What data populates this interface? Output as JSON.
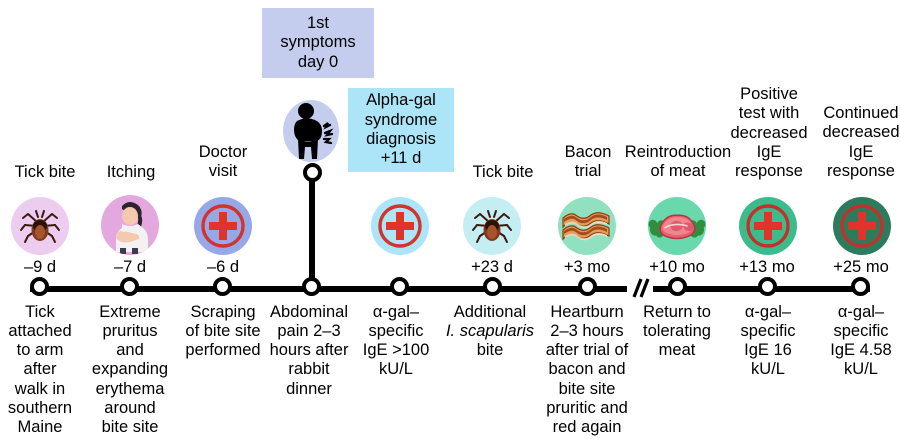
{
  "figure": {
    "type": "medical-case-timeline",
    "title_present": false
  },
  "callouts": [
    {
      "id": "first-symptoms",
      "lines": [
        "1st",
        "symptoms",
        "day 0"
      ],
      "bg": "#c5cdef",
      "text_color": "#000000"
    },
    {
      "id": "ags-diagnosis",
      "lines": [
        "Alpha-gal",
        "syndrome",
        "diagnosis",
        "+11 d"
      ],
      "bg": "#ace5f7",
      "text_color": "#000000"
    }
  ],
  "axis": {
    "color": "#000000",
    "break_between": [
      "+23 d",
      "+3 mo"
    ],
    "break_symbol": "//"
  },
  "events": [
    {
      "top_label": [
        "Tick bite"
      ],
      "date": "–9 d",
      "desc": [
        "Tick",
        "attached",
        "to arm",
        "after",
        "walk in",
        "southern",
        "Maine"
      ],
      "icon": "tick-icon",
      "circle_color": "#edcdef"
    },
    {
      "top_label": [
        "Itching"
      ],
      "date": "–7 d",
      "desc": [
        "Extreme",
        "pruritus",
        "and",
        "expanding",
        "erythema",
        "around",
        "bite site"
      ],
      "icon": "itching-person-icon",
      "circle_color": "#e3a9de"
    },
    {
      "top_label": [
        "Doctor",
        "visit"
      ],
      "date": "–6 d",
      "desc": [
        "Scraping",
        "of bite site",
        "performed"
      ],
      "icon": "medical-cross-icon",
      "circle_color": "#97a8e8"
    },
    {
      "top_label": [],
      "date": "",
      "desc": [
        "Abdominal",
        "pain 2–3",
        "hours after",
        "rabbit",
        "dinner"
      ],
      "icon": "abdominal-pain-person-icon",
      "circle_color": "#c5cdef"
    },
    {
      "top_label": [],
      "date": "",
      "desc": [
        "α-gal–",
        "specific",
        "IgE >100",
        "kU/L"
      ],
      "icon": "medical-cross-icon",
      "circle_color": "#ace5f7"
    },
    {
      "top_label": [
        "Tick bite"
      ],
      "date": "+23 d",
      "desc": [
        "Additional",
        "I. scapularis",
        "bite"
      ],
      "desc_italic_line": 1,
      "icon": "tick-icon",
      "circle_color": "#c4eef2"
    },
    {
      "top_label": [
        "Bacon",
        "trial"
      ],
      "date": "+3 mo",
      "desc": [
        "Heartburn",
        "2–3 hours",
        "after trial of",
        "bacon and",
        "bite site",
        "pruritic and",
        "red again"
      ],
      "icon": "bacon-icon",
      "circle_color": "#91e1c0"
    },
    {
      "top_label": [
        "Reintroduction",
        "of meat"
      ],
      "date": "+10 mo",
      "desc": [
        "Return to",
        "tolerating",
        "meat"
      ],
      "icon": "steak-icon",
      "circle_color": "#6ad8ad"
    },
    {
      "top_label": [
        "Positive",
        "test with",
        "decreased",
        "IgE",
        "response"
      ],
      "date": "+13 mo",
      "desc": [
        "α-gal–",
        "specific",
        "IgE 16",
        "kU/L"
      ],
      "icon": "medical-cross-icon-dark",
      "circle_color": "#3cbc8d"
    },
    {
      "top_label": [
        "Continued",
        "decreased",
        "IgE",
        "response"
      ],
      "date": "+25 mo",
      "desc": [
        "α-gal–",
        "specific",
        "IgE 4.58",
        "kU/L"
      ],
      "icon": "medical-cross-icon-dark",
      "circle_color": "#2c7b5c"
    }
  ],
  "colors": {
    "cross_red": "#e0342b",
    "cross_ring_red": "#c1322b",
    "axis_black": "#000000",
    "callout_lavender": "#c5cdef",
    "callout_cyan": "#ace5f7"
  }
}
